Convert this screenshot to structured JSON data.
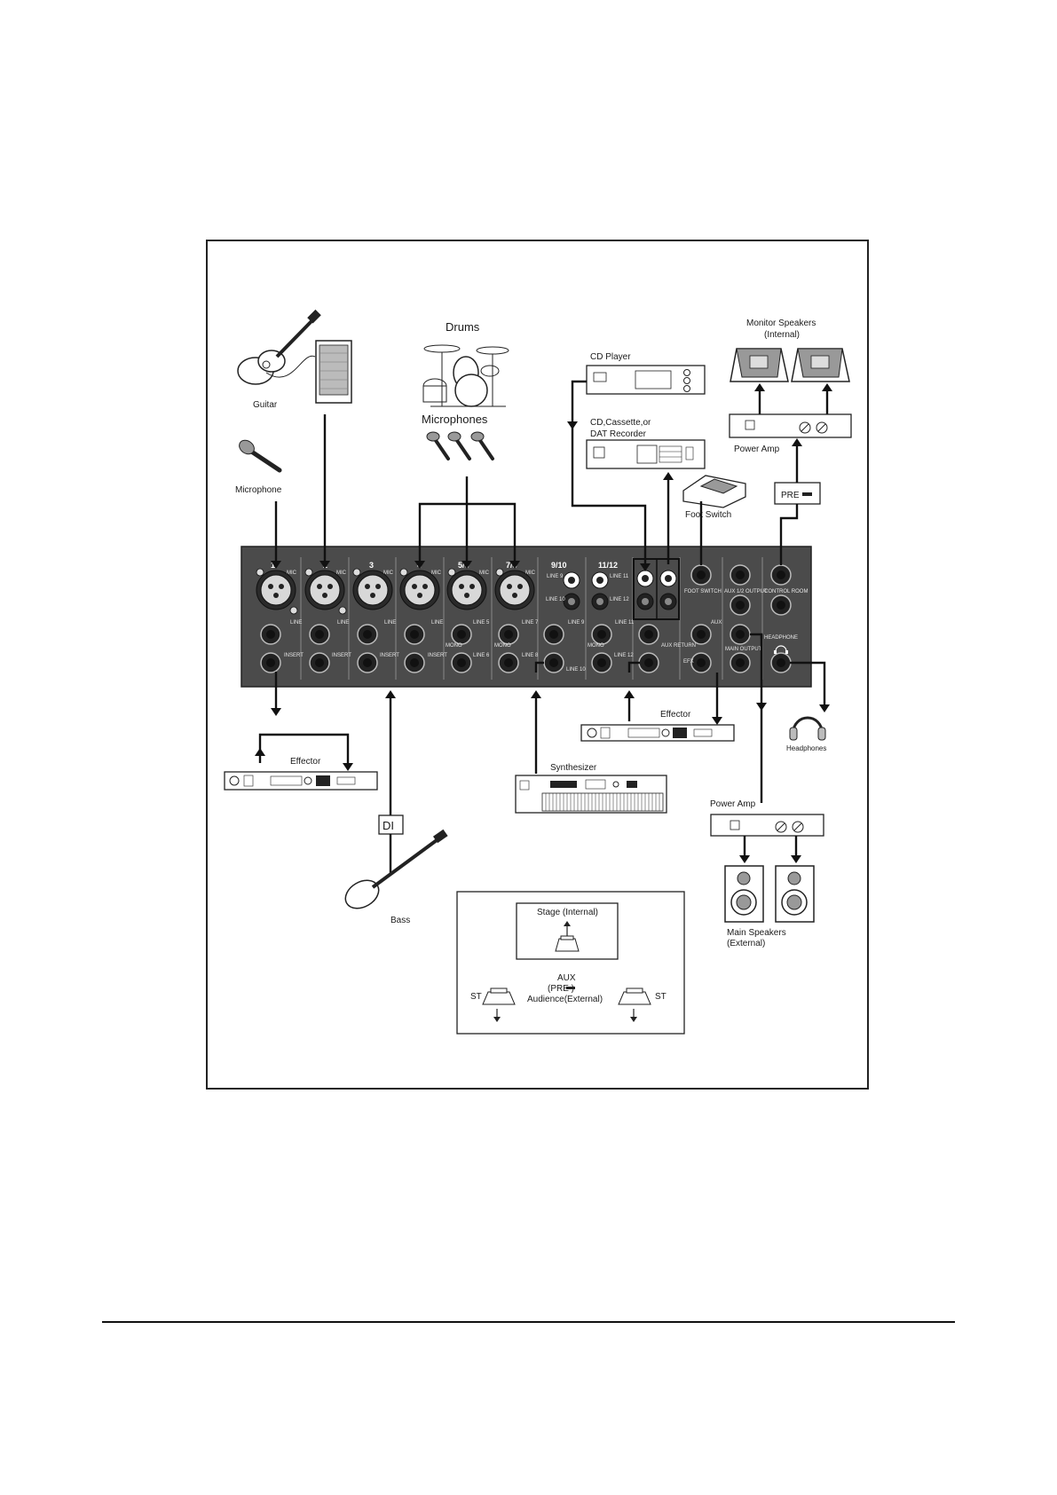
{
  "labels": {
    "guitar": "Guitar",
    "drums": "Drums",
    "microphones": "Microphones",
    "microphone": "Microphone",
    "cd_player": "CD Player",
    "recorder_line1": "CD,Cassette,or",
    "recorder_line2": "DAT Recorder",
    "monitor_line1": "Monitor Speakers",
    "monitor_line2": "(Internal)",
    "power_amp_top": "Power Amp",
    "pre_box": "PRE",
    "foot_switch": "Foot Switch",
    "effector_left": "Effector",
    "effector_right": "Effector",
    "headphones": "Headphones",
    "synthesizer": "Synthesizer",
    "power_amp_bottom": "Power Amp",
    "di_box": "DI",
    "bass": "Bass",
    "main_line1": "Main Speakers",
    "main_line2": "(External)",
    "stage": "Stage (Internal)",
    "aux": "AUX",
    "aux_pre": "(PRE )",
    "audience": "Audience(External)",
    "st_left": "ST",
    "st_right": "ST"
  },
  "mixer": {
    "channels": [
      "1",
      "2",
      "3",
      "4",
      "5/6",
      "7/8",
      "9/10",
      "11/12"
    ],
    "mic_label": "MIC",
    "line_label": "LINE",
    "insert_label": "INSERT",
    "mono_label": "MONO",
    "line_jacks": [
      "LINE 5",
      "LINE 6",
      "LINE 7",
      "LINE 8",
      "LINE 9",
      "LINE 10",
      "LINE 11",
      "LINE 12"
    ],
    "rca_labels": [
      "LINE 9",
      "LINE 10",
      "LINE 11",
      "LINE 12"
    ],
    "foot_switch": "FOOT SWITCH",
    "aux_fx_output": "AUX 1/2 OUTPUT",
    "control_room": "CONTROL ROOM",
    "aux_return": "AUX RETURN",
    "aux": "AUX",
    "efx": "EFX",
    "main_output": "MAIN OUTPUT",
    "headphone": "HEADPHONE"
  }
}
